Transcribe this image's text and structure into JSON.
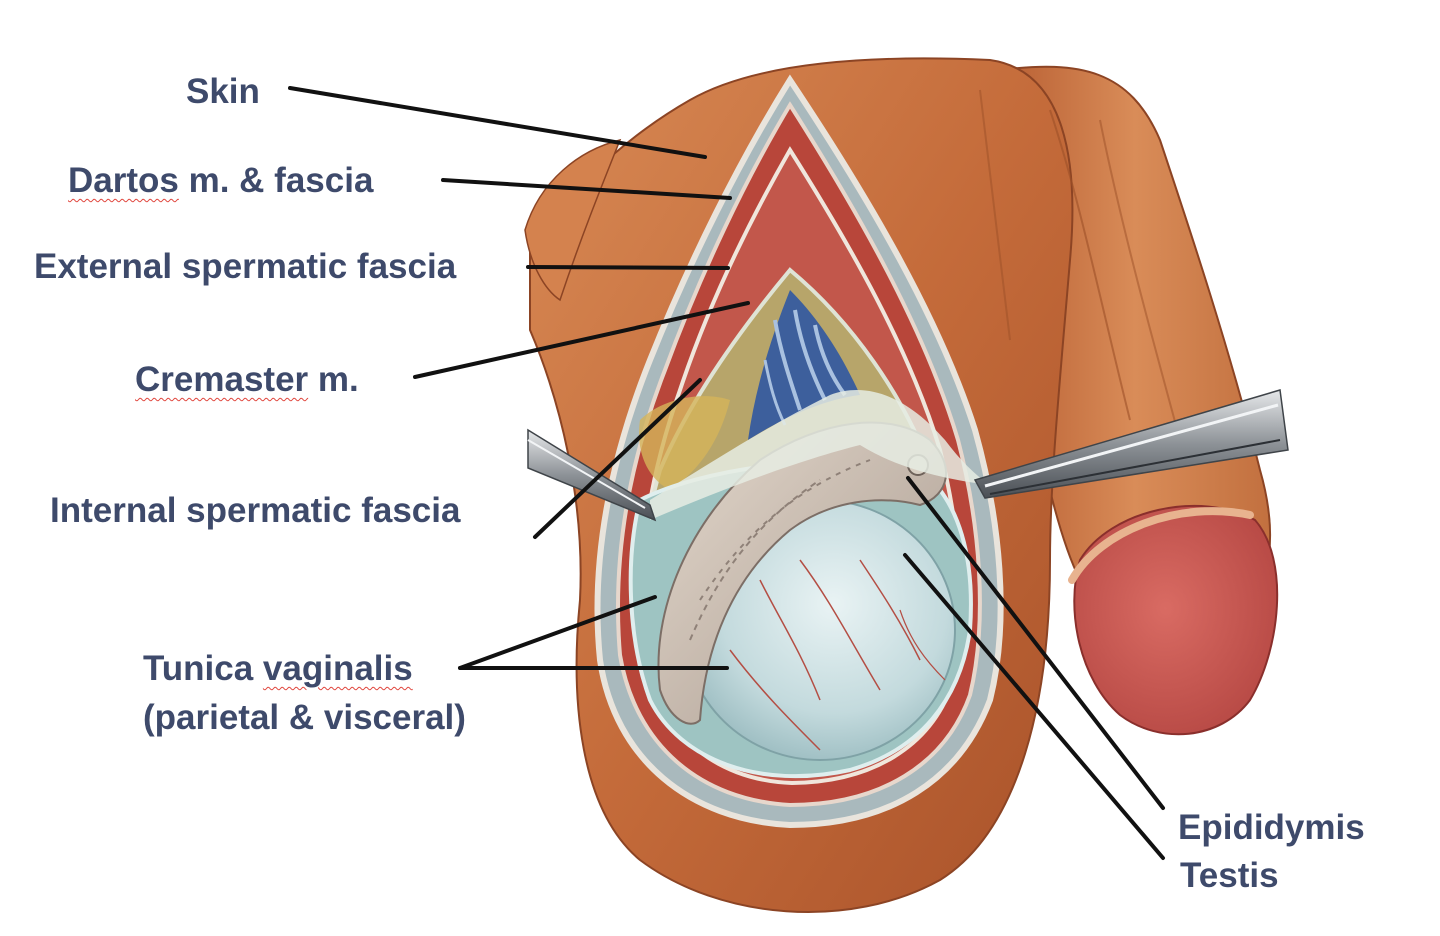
{
  "labels": {
    "skin": "Skin",
    "dartos": {
      "word": "Dartos",
      "rest": " m. & fascia"
    },
    "external_spermatic_fascia": "External spermatic fascia",
    "cremaster": {
      "word": "Cremaster",
      "rest": " m."
    },
    "internal_spermatic_fascia": "Internal spermatic fascia",
    "tunica_vaginalis": {
      "pre": "Tunica ",
      "word": "vaginalis",
      "line2": "(parietal & visceral)"
    },
    "epididymis": "Epididymis",
    "testis": "Testis"
  },
  "colors": {
    "label_text": "#3e4a6b",
    "leader_line": "#111111",
    "spellcheck_underline": "#e0453c",
    "skin": "#c8713f",
    "glans": "#c9524f",
    "testis": "#c9dfe2",
    "cremaster_fibers": "#3d5f9c"
  }
}
